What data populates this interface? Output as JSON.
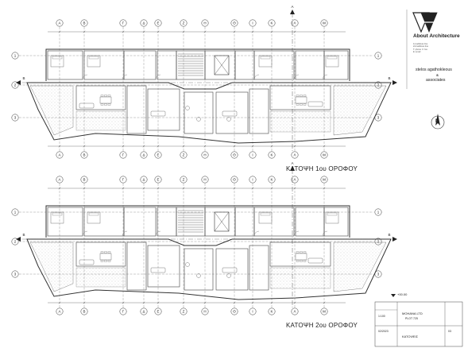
{
  "plans": [
    {
      "title": "ΚΑΤΟΨΗ 1ου ΟΡΟΦΟΥ"
    },
    {
      "title": "ΚΑΤΟΨΗ 2ου ΟΡΟΦΟΥ"
    }
  ],
  "grid_letters": [
    "A",
    "B",
    "Γ",
    "Δ",
    "E",
    "Z",
    "H",
    "Θ",
    "I",
    "K",
    "Λ",
    "M"
  ],
  "grid_numbers": [
    "1",
    "2",
    "3"
  ],
  "section_markers": [
    "A",
    "B"
  ],
  "firm": {
    "name": "About Architecture",
    "address": "1st address line\n2nd address line\nT: phone  F: fax\nE: email",
    "associates_line1": "stelos agathokleous",
    "associates_amp": "&",
    "associates_line2": "associates"
  },
  "north": "N",
  "title_block": {
    "client": "MOHANA LTD",
    "plot": "PLOT 725",
    "scale": "1:100",
    "date": "02/2023",
    "drawing": "ΚΑΤΟΨΕΙΣ",
    "sheet_no": "03",
    "level_note": "+00.00"
  },
  "colors": {
    "line": "#333333",
    "grid": "#555555",
    "hatch": "#888888",
    "paper": "#ffffff"
  }
}
